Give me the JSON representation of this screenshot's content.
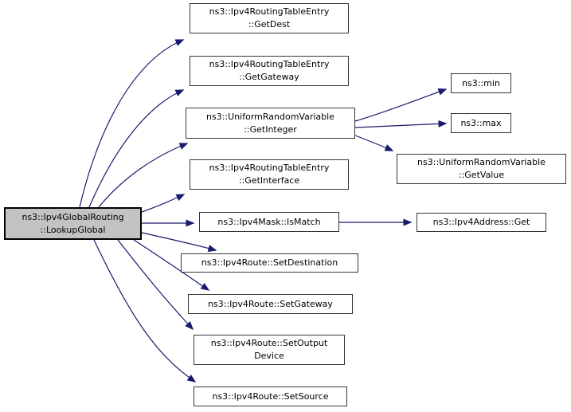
{
  "diagram": {
    "type": "call-graph",
    "edge_color": "#191970",
    "node_border_color": "#353535",
    "highlight_fill": "#c3c3c3",
    "nodes": {
      "lookup_global": {
        "label": "ns3::Ipv4GlobalRouting\n::LookupGlobal",
        "highlighted": true
      },
      "get_dest": {
        "label": "ns3::Ipv4RoutingTableEntry\n::GetDest"
      },
      "get_gateway": {
        "label": "ns3::Ipv4RoutingTableEntry\n::GetGateway"
      },
      "get_integer": {
        "label": "ns3::UniformRandomVariable\n::GetInteger"
      },
      "get_interface": {
        "label": "ns3::Ipv4RoutingTableEntry\n::GetInterface"
      },
      "is_match": {
        "label": "ns3::Ipv4Mask::IsMatch"
      },
      "set_destination": {
        "label": "ns3::Ipv4Route::SetDestination"
      },
      "set_gateway": {
        "label": "ns3::Ipv4Route::SetGateway"
      },
      "set_output_device": {
        "label": "ns3::Ipv4Route::SetOutput\nDevice"
      },
      "set_source": {
        "label": "ns3::Ipv4Route::SetSource"
      },
      "min": {
        "label": "ns3::min"
      },
      "max": {
        "label": "ns3::max"
      },
      "get_value": {
        "label": "ns3::UniformRandomVariable\n::GetValue"
      },
      "address_get": {
        "label": "ns3::Ipv4Address::Get"
      }
    },
    "edges": [
      {
        "from": "ns3::Ipv4GlobalRouting::LookupGlobal",
        "to": "ns3::Ipv4RoutingTableEntry::GetDest"
      },
      {
        "from": "ns3::Ipv4GlobalRouting::LookupGlobal",
        "to": "ns3::Ipv4RoutingTableEntry::GetGateway"
      },
      {
        "from": "ns3::Ipv4GlobalRouting::LookupGlobal",
        "to": "ns3::UniformRandomVariable::GetInteger"
      },
      {
        "from": "ns3::Ipv4GlobalRouting::LookupGlobal",
        "to": "ns3::Ipv4RoutingTableEntry::GetInterface"
      },
      {
        "from": "ns3::Ipv4GlobalRouting::LookupGlobal",
        "to": "ns3::Ipv4Mask::IsMatch"
      },
      {
        "from": "ns3::Ipv4GlobalRouting::LookupGlobal",
        "to": "ns3::Ipv4Route::SetDestination"
      },
      {
        "from": "ns3::Ipv4GlobalRouting::LookupGlobal",
        "to": "ns3::Ipv4Route::SetGateway"
      },
      {
        "from": "ns3::Ipv4GlobalRouting::LookupGlobal",
        "to": "ns3::Ipv4Route::SetOutputDevice"
      },
      {
        "from": "ns3::Ipv4GlobalRouting::LookupGlobal",
        "to": "ns3::Ipv4Route::SetSource"
      },
      {
        "from": "ns3::UniformRandomVariable::GetInteger",
        "to": "ns3::min"
      },
      {
        "from": "ns3::UniformRandomVariable::GetInteger",
        "to": "ns3::max"
      },
      {
        "from": "ns3::UniformRandomVariable::GetInteger",
        "to": "ns3::UniformRandomVariable::GetValue"
      },
      {
        "from": "ns3::Ipv4Mask::IsMatch",
        "to": "ns3::Ipv4Address::Get"
      }
    ]
  }
}
